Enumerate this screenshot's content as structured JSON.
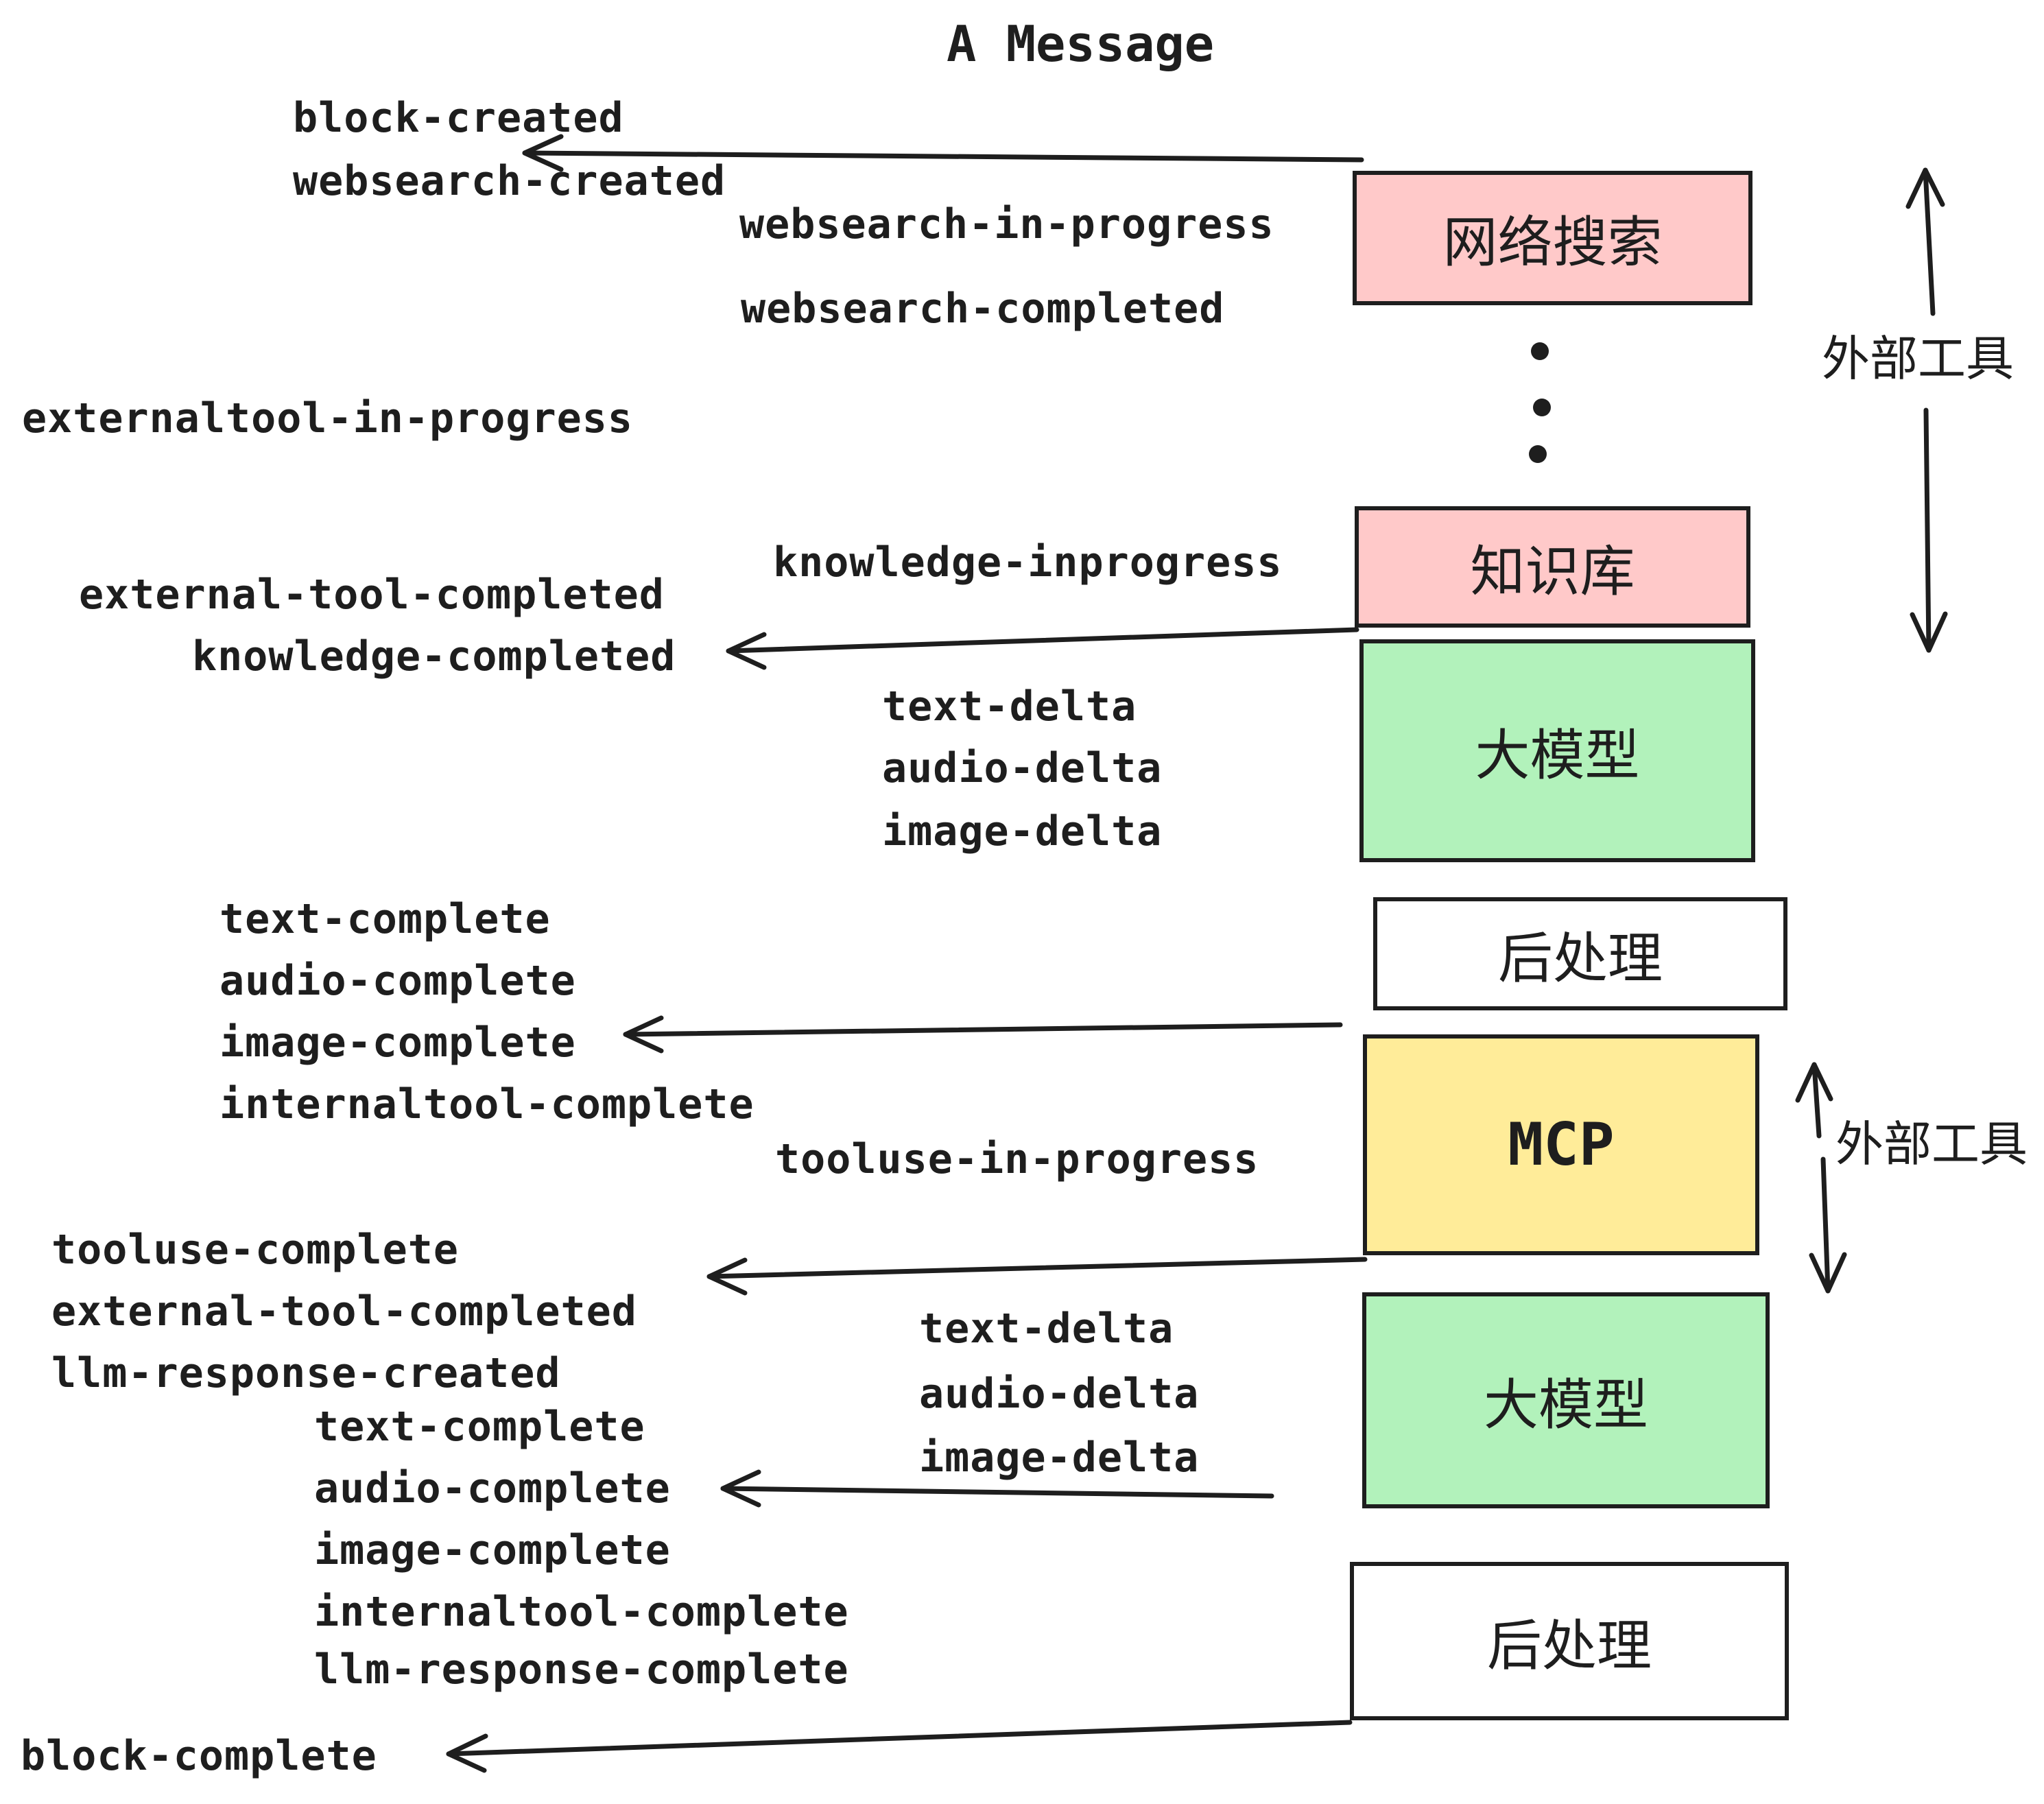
{
  "title": "A Message",
  "colors": {
    "ink": "#1e1e1e",
    "box_pink": "#ffc9c9",
    "box_green": "#b2f2bb",
    "box_yellow": "#ffec99",
    "box_white": "#ffffff",
    "background": "#ffffff"
  },
  "events": {
    "block_created": "block-created",
    "websearch_created": "websearch-created",
    "websearch_in_progress": "websearch-in-progress",
    "websearch_completed": "websearch-completed",
    "externaltool_in_progress": "externaltool-in-progress",
    "knowledge_inprogress": "knowledge-inprogress",
    "external_tool_completed": "external-tool-completed",
    "knowledge_completed": "knowledge-completed",
    "text_delta": "text-delta",
    "audio_delta": "audio-delta",
    "image_delta": "image-delta",
    "text_complete": "text-complete",
    "audio_complete": "audio-complete",
    "image_complete": "image-complete",
    "internaltool_complete": "internaltool-complete",
    "tooluse_in_progress": "tooluse-in-progress",
    "tooluse_complete": "tooluse-complete",
    "llm_response_created": "llm-response-created",
    "llm_response_complete": "llm-response-complete",
    "block_complete": "block-complete"
  },
  "boxes": {
    "websearch": "网络搜索",
    "knowledge": "知识库",
    "llm": "大模型",
    "postprocess": "后处理",
    "mcp": "MCP"
  },
  "side_labels": {
    "external_tools": "外部工具"
  }
}
